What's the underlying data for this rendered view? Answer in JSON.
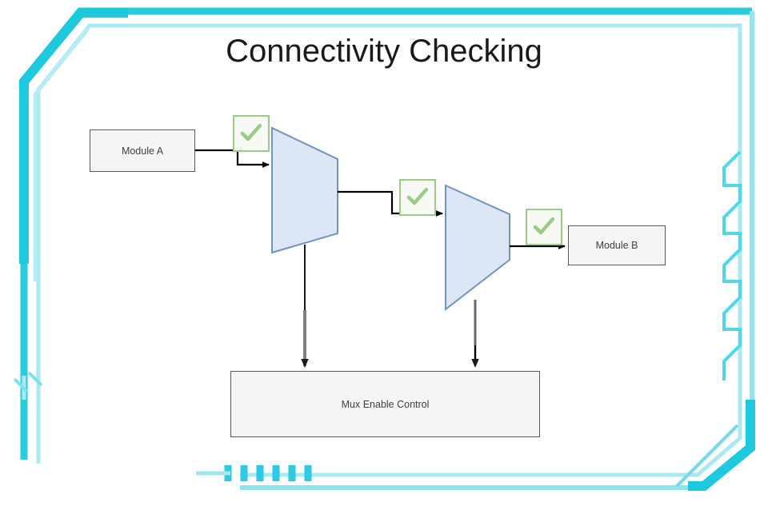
{
  "slide": {
    "title": "Connectivity Checking",
    "background": "#ffffff"
  },
  "theme": {
    "accent_cyan": "#29ccdd",
    "accent_cyan_light": "#a9e9f2",
    "node_fill": "#f5f5f5",
    "node_border": "#595959",
    "node_text": "#404040",
    "mux_fill": "#dce6f4",
    "mux_border": "#6f93c4",
    "check_green": "#9ccb86",
    "check_badge_fill": "#f7faf4",
    "connector_black": "#000000",
    "connector_gray": "#808080"
  },
  "diagram": {
    "nodes": [
      {
        "id": "module-a",
        "label": "Module A",
        "type": "box"
      },
      {
        "id": "mux-1",
        "label": "",
        "type": "mux-trapezoid"
      },
      {
        "id": "mux-2",
        "label": "",
        "type": "mux-trapezoid"
      },
      {
        "id": "module-b",
        "label": "Module B",
        "type": "box"
      },
      {
        "id": "mux-enable-control",
        "label": "Mux Enable Control",
        "type": "box"
      }
    ],
    "badges": [
      {
        "id": "badge-1",
        "icon": "check-icon",
        "status": "pass",
        "on_connection": "module-a-to-mux-1"
      },
      {
        "id": "badge-2",
        "icon": "check-icon",
        "status": "pass",
        "on_connection": "mux-1-to-mux-2"
      },
      {
        "id": "badge-3",
        "icon": "check-icon",
        "status": "pass",
        "on_connection": "mux-2-to-module-b"
      }
    ],
    "connections": [
      {
        "id": "module-a-to-mux-1",
        "from": "module-a",
        "to": "mux-1",
        "style": "step",
        "color": "#000000",
        "arrow": true
      },
      {
        "id": "mux-1-to-mux-2",
        "from": "mux-1",
        "to": "mux-2",
        "style": "step",
        "color": "#000000",
        "arrow": true
      },
      {
        "id": "mux-2-to-module-b",
        "from": "mux-2",
        "to": "module-b",
        "style": "straight",
        "color": "#000000",
        "arrow": true
      },
      {
        "id": "mux-1-to-control",
        "from": "mux-1",
        "to": "mux-enable-control",
        "style": "vertical",
        "color": "#808080",
        "arrow": true
      },
      {
        "id": "mux-2-to-control",
        "from": "mux-2",
        "to": "mux-enable-control",
        "style": "vertical",
        "color": "#000000",
        "arrow": true
      }
    ]
  },
  "decor": {
    "corner_top_left": "cyan-chamfer-thick",
    "corner_top_right": "cyan-corner-thin",
    "corner_bottom_left": "cyan-corner-notched",
    "corner_bottom_right": "cyan-chamfer-thick",
    "right_edge": "circuit-trace-zigzag",
    "bottom_bars_count": 6
  }
}
